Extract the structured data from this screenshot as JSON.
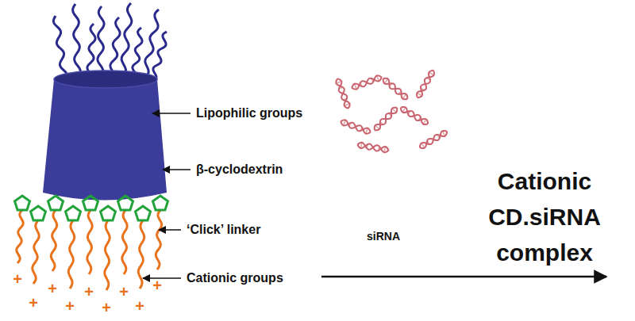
{
  "diagram": {
    "labels": [
      "Lipophilic groups",
      "β-cyclodextrin",
      "‘Click’ linker",
      "Cationic groups",
      "siRNA",
      "Cationic CD.siRNA complex",
      "+",
      "+",
      "+",
      "+",
      "+",
      "+",
      "+",
      "+",
      "+"
    ]
  }
}
